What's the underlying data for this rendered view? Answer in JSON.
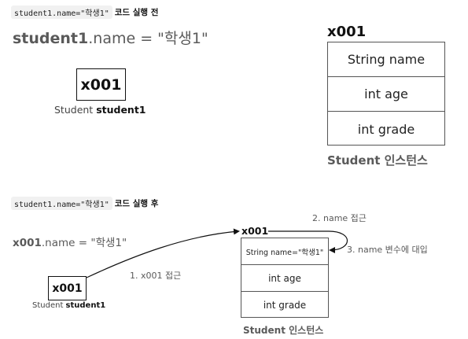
{
  "before": {
    "code_snippet": "student1.name=\"학생1\"",
    "caption": "코드 실행 전",
    "statement_var": "student1",
    "statement_rest": ".name = \"학생1\"",
    "ref_box": "x001",
    "ref_label_type": "Student ",
    "ref_label_var": "student1",
    "instance_address": "x001",
    "fields": [
      "String name",
      "int age",
      "int grade"
    ],
    "instance_label": "Student 인스턴스"
  },
  "after": {
    "code_snippet": "student1.name=\"학생1\"",
    "caption": "코드 실행 후",
    "statement_var": "x001",
    "statement_rest": ".name = \"학생1\"",
    "ref_box": "x001",
    "ref_label_type": "Student ",
    "ref_label_var": "student1",
    "instance_address": "x001",
    "fields": [
      "String name=\"학생1\"",
      "int age",
      "int grade"
    ],
    "instance_label": "Student 인스턴스",
    "step1": "1. x001 접근",
    "step2": "2. name 접근",
    "step3": "3. name 변수에 대입"
  },
  "colors": {
    "line": "#111111",
    "text_muted": "#5a5a5a",
    "chip_bg": "#f1f1f1"
  }
}
